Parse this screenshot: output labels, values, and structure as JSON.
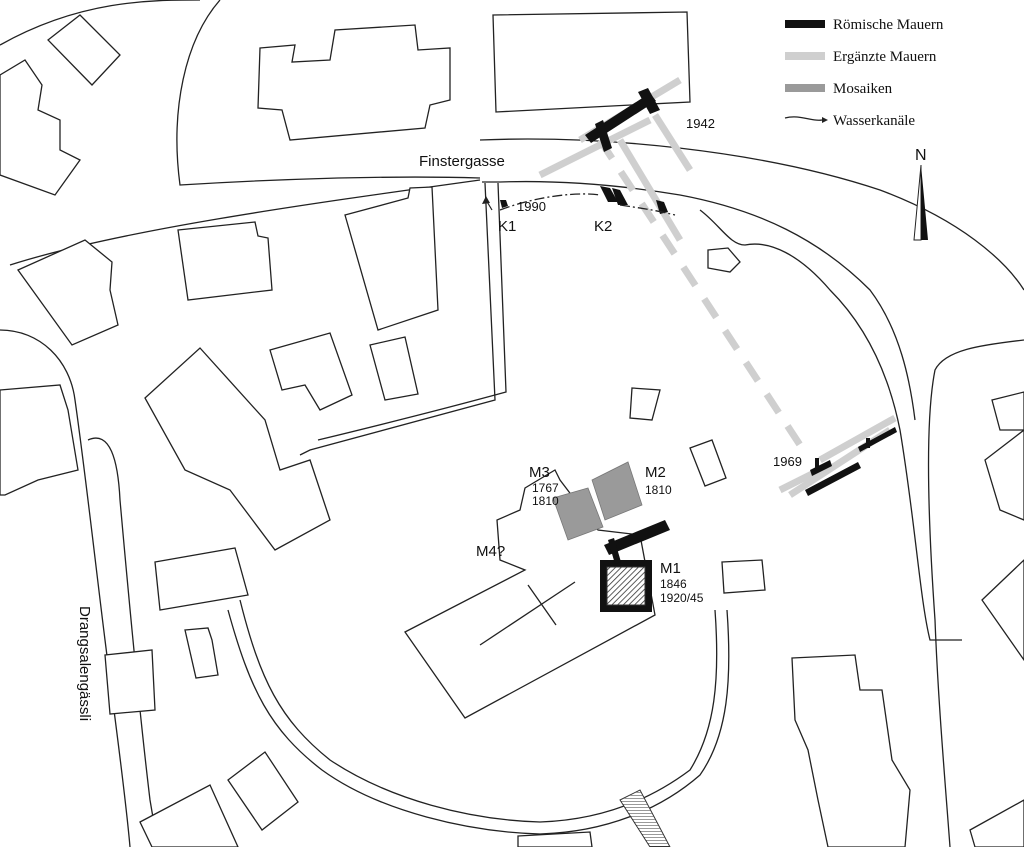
{
  "map": {
    "street_labels": {
      "finstergasse": "Finstergasse",
      "drangsalengaessli": "Drangsalengässli"
    },
    "year_labels": {
      "y1942": "1942",
      "y1990": "1990",
      "y1969": "1969"
    },
    "find_labels": {
      "k1": "K1",
      "k2": "K2",
      "m1": "M1",
      "m1_years": [
        "1846",
        "1920/45"
      ],
      "m2": "M2",
      "m2_years": [
        "1810"
      ],
      "m3": "M3",
      "m3_years": [
        "1767",
        "1810"
      ],
      "m4": "M4?"
    },
    "north_arrow": {
      "label": "N"
    },
    "legend": {
      "items": [
        {
          "label": "Römische Mauern",
          "symbol": "solid-black-bar"
        },
        {
          "label": "Ergänzte Mauern",
          "symbol": "light-gray-bar"
        },
        {
          "label": "Mosaiken",
          "symbol": "dark-gray-bar"
        },
        {
          "label": "Wasserkanäle",
          "symbol": "arrow-line"
        }
      ]
    },
    "colors": {
      "roman_walls": "#111111",
      "reconstructed_walls": "#cfcfcf",
      "mosaics": "#9a9a9a",
      "outline": "#222222"
    }
  }
}
